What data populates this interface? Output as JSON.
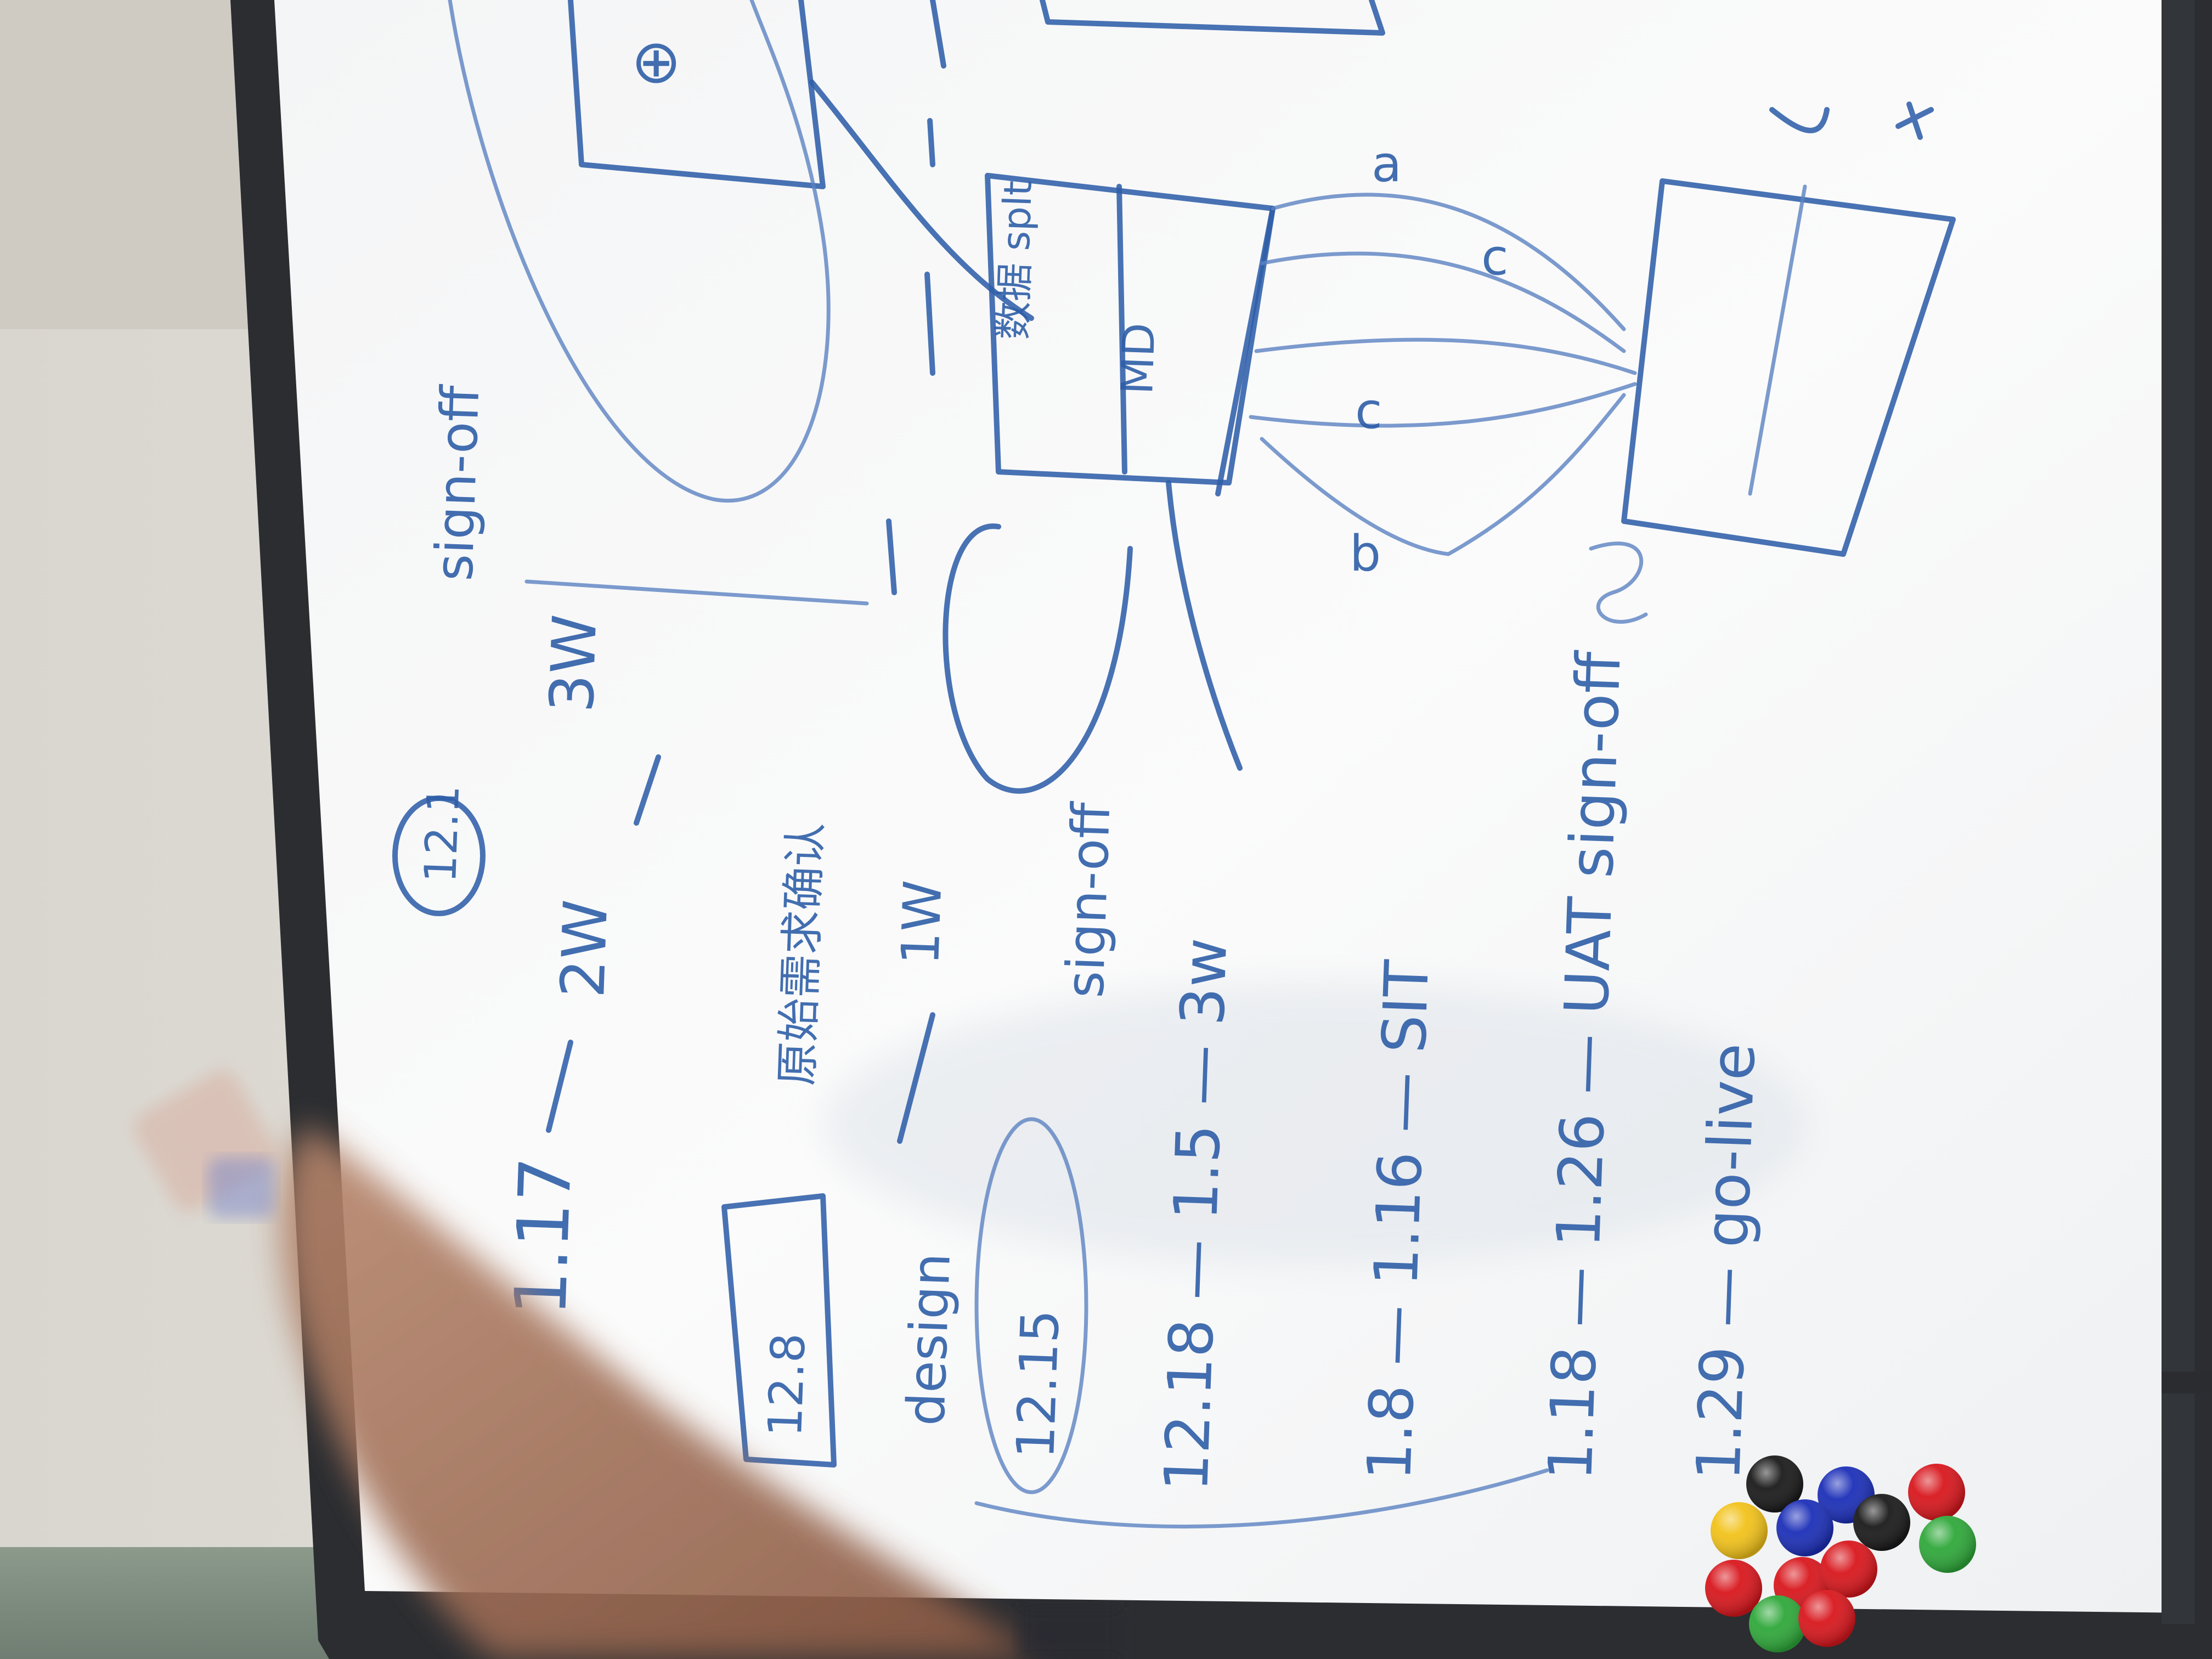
{
  "whiteboard": {
    "timeline": [
      {
        "date": "12.1",
        "circled": true
      },
      {
        "label": "2W"
      },
      {
        "label": "3W"
      },
      {
        "label": "sign-off"
      },
      {
        "label": "1.17"
      },
      {
        "label": "12.8"
      },
      {
        "label": "design"
      },
      {
        "label": "1W"
      },
      {
        "label": "sign-off"
      },
      {
        "date": "12.15",
        "circled": true
      },
      {
        "label": "12.18 — 1.5 — 3w"
      },
      {
        "label": "1.8 — 1.16 — SIT"
      },
      {
        "label": "1.18 — 1.26 — UAT sign-off"
      },
      {
        "label": "1.29 — go-live"
      }
    ],
    "diagram": {
      "box_label": "MD",
      "node_labels": [
        "a",
        "c",
        "b",
        "c"
      ]
    }
  },
  "magnets": [
    {
      "color": "#1a1a1a"
    },
    {
      "color": "#1c2fb8"
    },
    {
      "color": "#d8171d"
    },
    {
      "color": "#f2c21a"
    },
    {
      "color": "#1c2fb8"
    },
    {
      "color": "#1a1a1a"
    },
    {
      "color": "#2fa83a"
    },
    {
      "color": "#d8171d"
    },
    {
      "color": "#d8171d"
    },
    {
      "color": "#d8171d"
    },
    {
      "color": "#2fa83a"
    },
    {
      "color": "#d8171d"
    }
  ]
}
